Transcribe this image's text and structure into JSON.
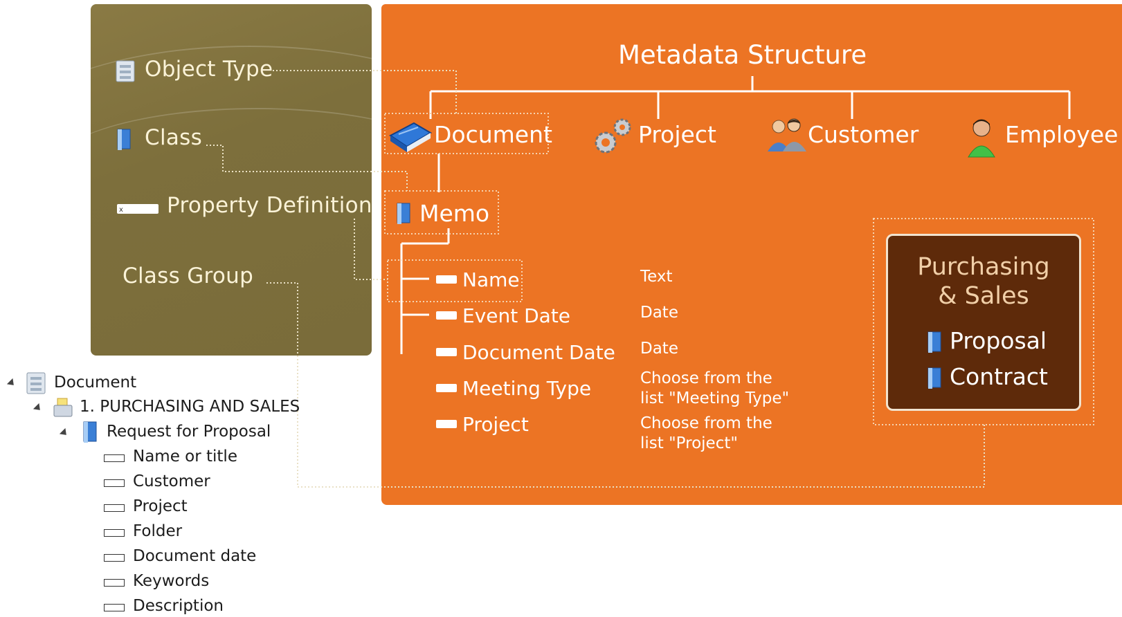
{
  "legend": {
    "object_type": "Object Type",
    "class": "Class",
    "property_definition": "Property Definition",
    "class_group": "Class Group"
  },
  "diagram": {
    "title": "Metadata Structure",
    "object_types": [
      "Document",
      "Project",
      "Customer",
      "Employee"
    ],
    "class_name": "Memo",
    "properties": [
      {
        "name": "Name",
        "type": "Text"
      },
      {
        "name": "Event Date",
        "type": "Date"
      },
      {
        "name": "Document Date",
        "type": "Date"
      },
      {
        "name": "Meeting Type",
        "type_line1": "Choose from the",
        "type_line2": "list \"Meeting Type\""
      },
      {
        "name": "Project",
        "type_line1": "Choose from the",
        "type_line2": "list \"Project\""
      }
    ],
    "class_group": {
      "title_line1": "Purchasing",
      "title_line2": "& Sales",
      "classes": [
        "Proposal",
        "Contract"
      ]
    }
  },
  "tree": {
    "root": "Document",
    "group": "1. PURCHASING AND SALES",
    "class": "Request for Proposal",
    "properties": [
      "Name or title",
      "Customer",
      "Project",
      "Folder",
      "Document date",
      "Keywords",
      "Description"
    ]
  },
  "colors": {
    "panel_orange": "#ec7424",
    "panel_olive": "#7d6f3c",
    "group_brown": "#5e2a0a",
    "class_icon_blue": "#3a7fd6"
  },
  "icons": [
    "object-type-icon",
    "class-icon",
    "property-icon",
    "book-icon",
    "gears-icon",
    "users-icon",
    "person-icon",
    "folder-group-icon"
  ]
}
